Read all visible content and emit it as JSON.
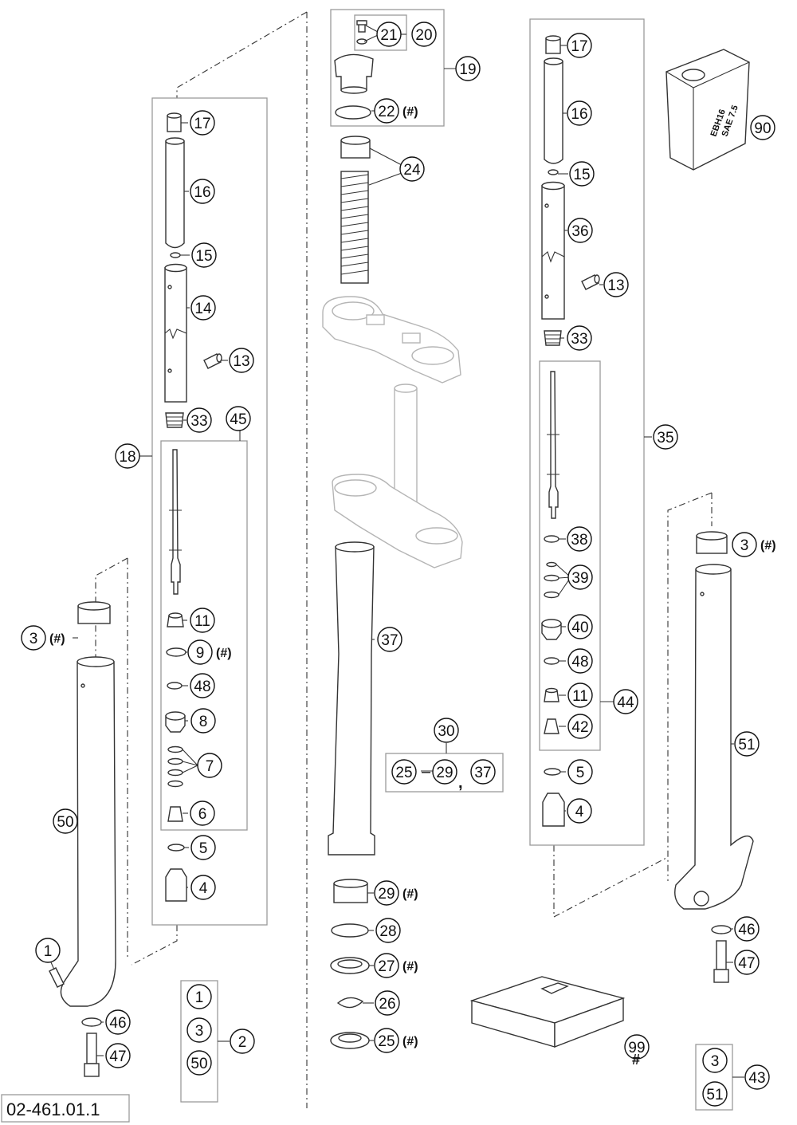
{
  "drawing_number": "02-461.01.1",
  "hash_mark": "(#)",
  "hash_symbol": "#",
  "comma": ",",
  "range_dash": "–",
  "oil_can_label": [
    "EBH16",
    "SAE 7.5"
  ],
  "callouts": [
    {
      "n": "21"
    },
    {
      "n": "20"
    },
    {
      "n": "19"
    },
    {
      "n": "22",
      "hash": true
    },
    {
      "n": "24"
    },
    {
      "n": "17"
    },
    {
      "n": "16"
    },
    {
      "n": "15"
    },
    {
      "n": "14"
    },
    {
      "n": "13"
    },
    {
      "n": "33"
    },
    {
      "n": "45"
    },
    {
      "n": "18"
    },
    {
      "n": "11"
    },
    {
      "n": "9",
      "hash": true
    },
    {
      "n": "48"
    },
    {
      "n": "8"
    },
    {
      "n": "7"
    },
    {
      "n": "6"
    },
    {
      "n": "5"
    },
    {
      "n": "4"
    },
    {
      "n": "3",
      "hash": true
    },
    {
      "n": "50"
    },
    {
      "n": "1"
    },
    {
      "n": "46"
    },
    {
      "n": "47"
    },
    {
      "n": "1"
    },
    {
      "n": "3"
    },
    {
      "n": "50"
    },
    {
      "n": "2"
    },
    {
      "n": "37"
    },
    {
      "n": "30"
    },
    {
      "n": "25"
    },
    {
      "n": "29"
    },
    {
      "n": "37"
    },
    {
      "n": "29",
      "hash": true
    },
    {
      "n": "28"
    },
    {
      "n": "27",
      "hash": true
    },
    {
      "n": "26"
    },
    {
      "n": "25",
      "hash": true
    },
    {
      "n": "17"
    },
    {
      "n": "16"
    },
    {
      "n": "15"
    },
    {
      "n": "36"
    },
    {
      "n": "13"
    },
    {
      "n": "33"
    },
    {
      "n": "35"
    },
    {
      "n": "38"
    },
    {
      "n": "39"
    },
    {
      "n": "40"
    },
    {
      "n": "48"
    },
    {
      "n": "11"
    },
    {
      "n": "44"
    },
    {
      "n": "42"
    },
    {
      "n": "5"
    },
    {
      "n": "4"
    },
    {
      "n": "90"
    },
    {
      "n": "3",
      "hash": true
    },
    {
      "n": "51"
    },
    {
      "n": "46"
    },
    {
      "n": "47"
    },
    {
      "n": "99"
    },
    {
      "n": "3"
    },
    {
      "n": "51"
    },
    {
      "n": "43"
    }
  ]
}
